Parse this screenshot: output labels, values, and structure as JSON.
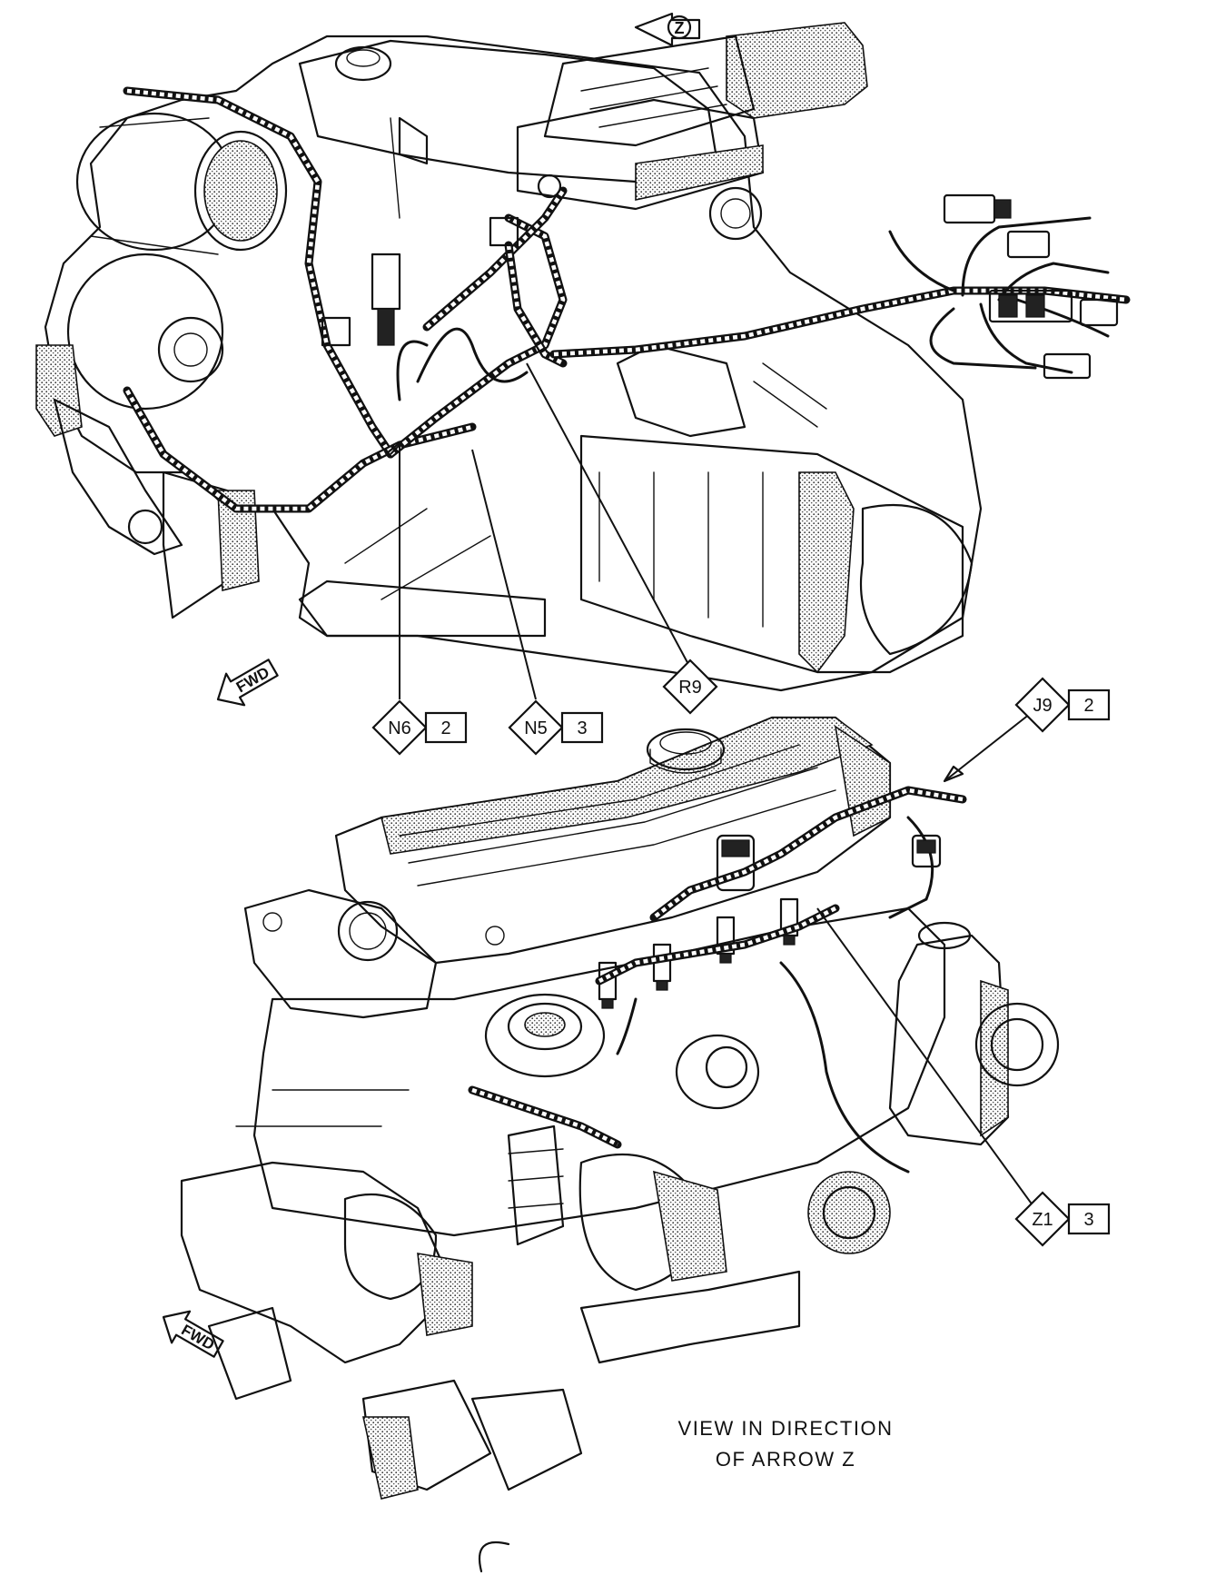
{
  "arrow_z": {
    "label": "Z"
  },
  "fwd_top": {
    "label": "FWD"
  },
  "fwd_bottom": {
    "label": "FWD"
  },
  "callouts": {
    "n6": {
      "code": "N6",
      "sheet": "2"
    },
    "n5": {
      "code": "N5",
      "sheet": "3"
    },
    "r9": {
      "code": "R9"
    },
    "j9": {
      "code": "J9",
      "sheet": "2"
    },
    "z1": {
      "code": "Z1",
      "sheet": "3"
    }
  },
  "caption": {
    "line1": "VIEW IN DIRECTION",
    "line2": "OF ARROW Z"
  }
}
